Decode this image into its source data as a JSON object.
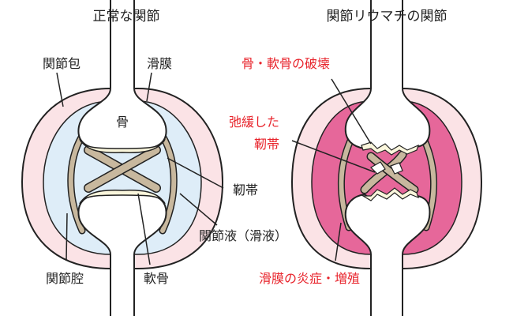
{
  "titles": {
    "normal": "正常な関節",
    "ra": "関節リウマチの関節"
  },
  "labels_normal": {
    "capsule": "関節包",
    "synovium": "滑膜",
    "bone": "骨",
    "ligament": "靭帯",
    "fluid": "関節液（滑液）",
    "cavity": "関節腔",
    "cartilage": "軟骨"
  },
  "labels_ra": {
    "destruction": "骨・軟骨の破壊",
    "loose_ligament_line1": "弛緩した",
    "loose_ligament_line2": "靭帯",
    "inflammation": "滑膜の炎症・増殖"
  },
  "colors": {
    "outline": "#222222",
    "capsule": "#fbe3e6",
    "fluid": "#deedf8",
    "inflamed_synovium": "#e6679a",
    "ligament": "#c8b89e",
    "cartilage": "#faf6dc",
    "ra_label": "#e8242c",
    "normal_label": "#222222"
  }
}
